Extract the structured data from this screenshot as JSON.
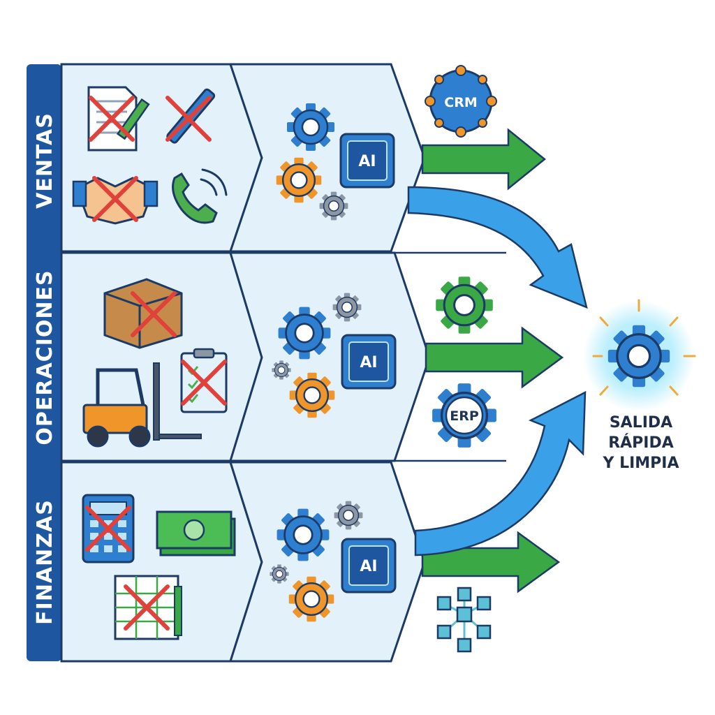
{
  "departments": [
    {
      "label": "VENTAS",
      "chip": "AI",
      "system": "CRM"
    },
    {
      "label": "OPERACIONES",
      "chip": "AI",
      "system_top": "",
      "system": "ERP"
    },
    {
      "label": "FINANZAS",
      "chip": "AI",
      "system": ""
    }
  ],
  "output": {
    "line1": "SALIDA",
    "line2": "RÁPIDA",
    "line3": "Y LIMPIA"
  },
  "colors": {
    "sidebar": "#1e56a0",
    "panel": "#e3f1fa",
    "border": "#1c3a66",
    "green_arrow": "#3aa845",
    "blue_arrow": "#3aa0e8",
    "gear_blue": "#2f7fd0",
    "gear_orange": "#f0952a",
    "gear_grey": "#8d97a3",
    "cross": "#e0413a"
  },
  "icons": {
    "ventas": [
      "document-crossed-icon",
      "pen-crossed-icon",
      "handshake-crossed-icon",
      "phone-icon"
    ],
    "operaciones": [
      "box-crossed-icon",
      "forklift-icon",
      "clipboard-crossed-icon"
    ],
    "finanzas": [
      "calculator-crossed-icon",
      "money-icon",
      "spreadsheet-crossed-icon"
    ]
  }
}
